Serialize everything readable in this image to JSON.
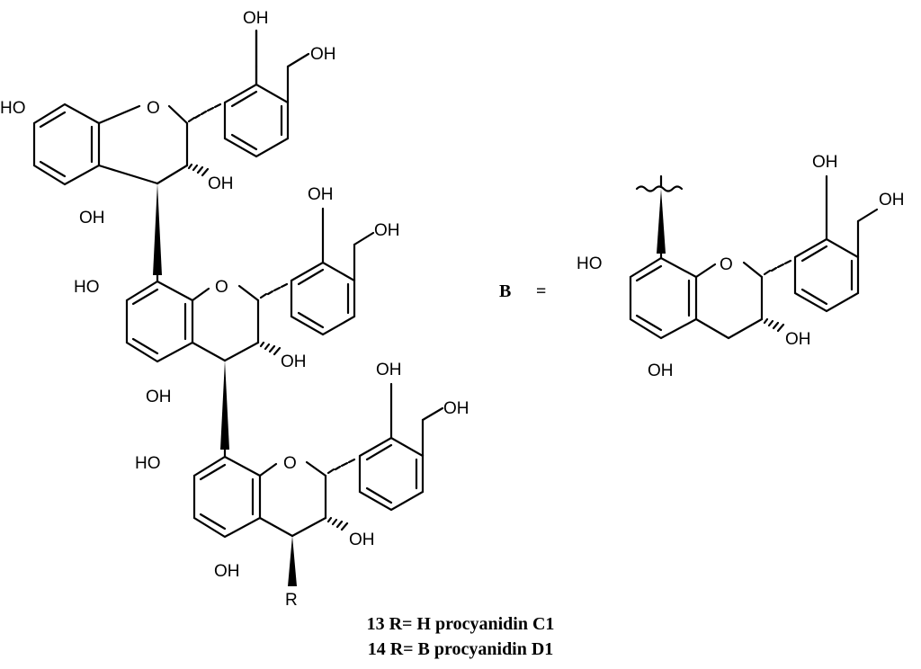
{
  "labels": {
    "oh": "OH",
    "ho": "HO",
    "o": "O",
    "r": "R",
    "b": "B",
    "equals": "="
  },
  "caption": {
    "line1": "13 R= H procyanidin C1",
    "line2": "14 R= B procyanidin D1"
  }
}
